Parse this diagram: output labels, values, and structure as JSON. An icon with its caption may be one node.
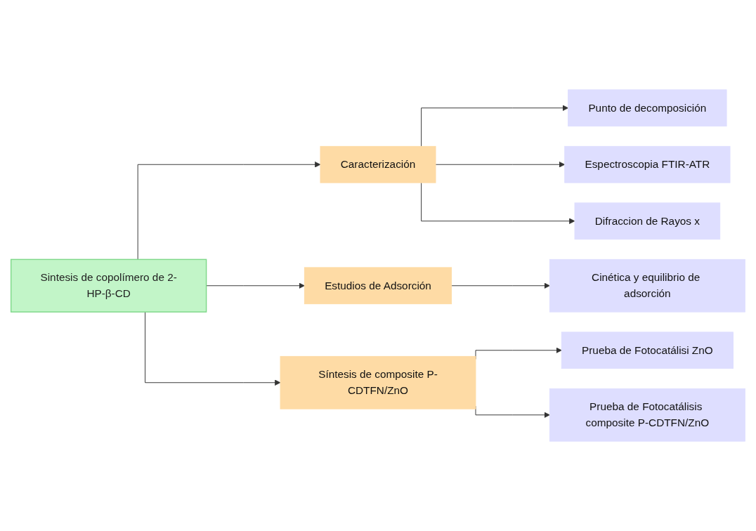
{
  "diagram": {
    "nodes": [
      {
        "text": [
          "Sintesis de copolímero de 2-HP-β-CD"
        ]
      },
      {
        "text": [
          "Caracterización"
        ]
      },
      {
        "text": [
          "Estudios de Adsorción"
        ]
      },
      {
        "text": [
          "Síntesis de composite P-CDTFN/ZnO"
        ]
      },
      {
        "text": [
          "Punto de decomposición"
        ]
      },
      {
        "text": [
          "Espectroscopia FTIR-ATR"
        ]
      },
      {
        "text": [
          "Difraccion de Rayos x"
        ]
      },
      {
        "text": [
          "Cinética y equilibrio de adsorción"
        ]
      },
      {
        "text": [
          "Prueba de Fotocatálisi ZnO"
        ]
      },
      {
        "text": [
          "Prueba de Fotocatálisis composite P-CDTFN/ZnO"
        ]
      }
    ],
    "edges": [
      {
        "from": 0,
        "to": 1,
        "arrow": "to"
      },
      {
        "from": 0,
        "to": 2,
        "arrow": "to"
      },
      {
        "from": 0,
        "to": 3,
        "arrow": "to"
      },
      {
        "from": 1,
        "to": 4,
        "arrow": "to"
      },
      {
        "from": 1,
        "to": 5,
        "arrow": "to"
      },
      {
        "from": 1,
        "to": 6,
        "arrow": "to"
      },
      {
        "from": 2,
        "to": 7,
        "arrow": "to"
      },
      {
        "from": 3,
        "to": 8,
        "arrow": "to"
      },
      {
        "from": 3,
        "to": 9,
        "arrow": "to"
      }
    ]
  }
}
